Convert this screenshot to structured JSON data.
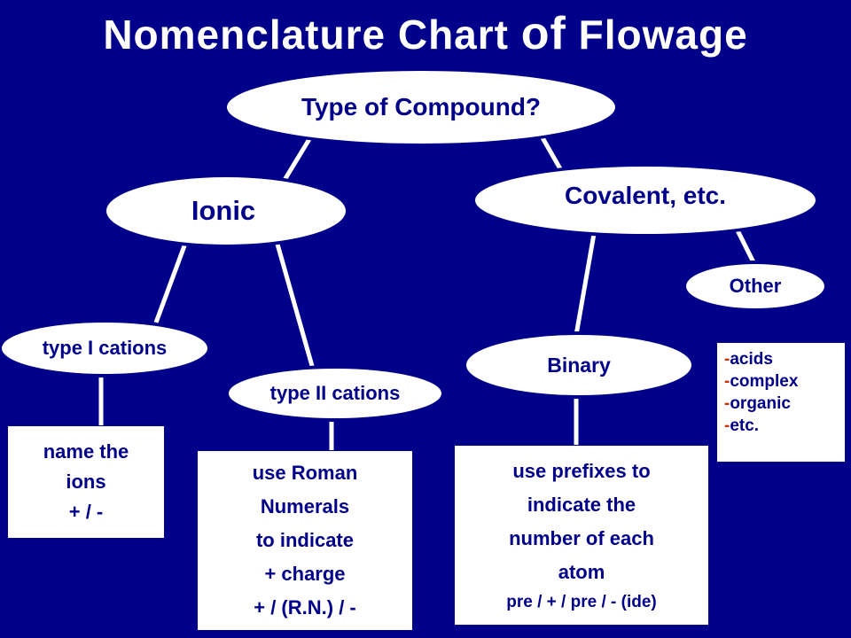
{
  "title": {
    "part1": "Nomenclature Chart ",
    "part2": "of",
    "part3": " Flowage"
  },
  "nodes": {
    "root": "Type of Compound?",
    "ionic": "Ionic",
    "covalent": "Covalent, etc.",
    "type1": "type I cations",
    "type2": "type II cations",
    "binary": "Binary",
    "other": "Other"
  },
  "boxes": {
    "type1": [
      "name the",
      "ions",
      "+ / -"
    ],
    "type2": [
      "use Roman",
      "Numerals",
      "to indicate",
      "+ charge",
      "+ / (R.N.) / -"
    ],
    "binary": [
      "use prefixes to",
      "indicate the",
      "number of each",
      "atom"
    ],
    "binary_formula": "pre / + / pre / - (ide)",
    "other": [
      "acids",
      "complex",
      "organic",
      "etc."
    ]
  },
  "colors": {
    "background": "#00008b",
    "node_fill": "#ffffff",
    "text": "#00008b",
    "list_dash": "#cc3300"
  }
}
